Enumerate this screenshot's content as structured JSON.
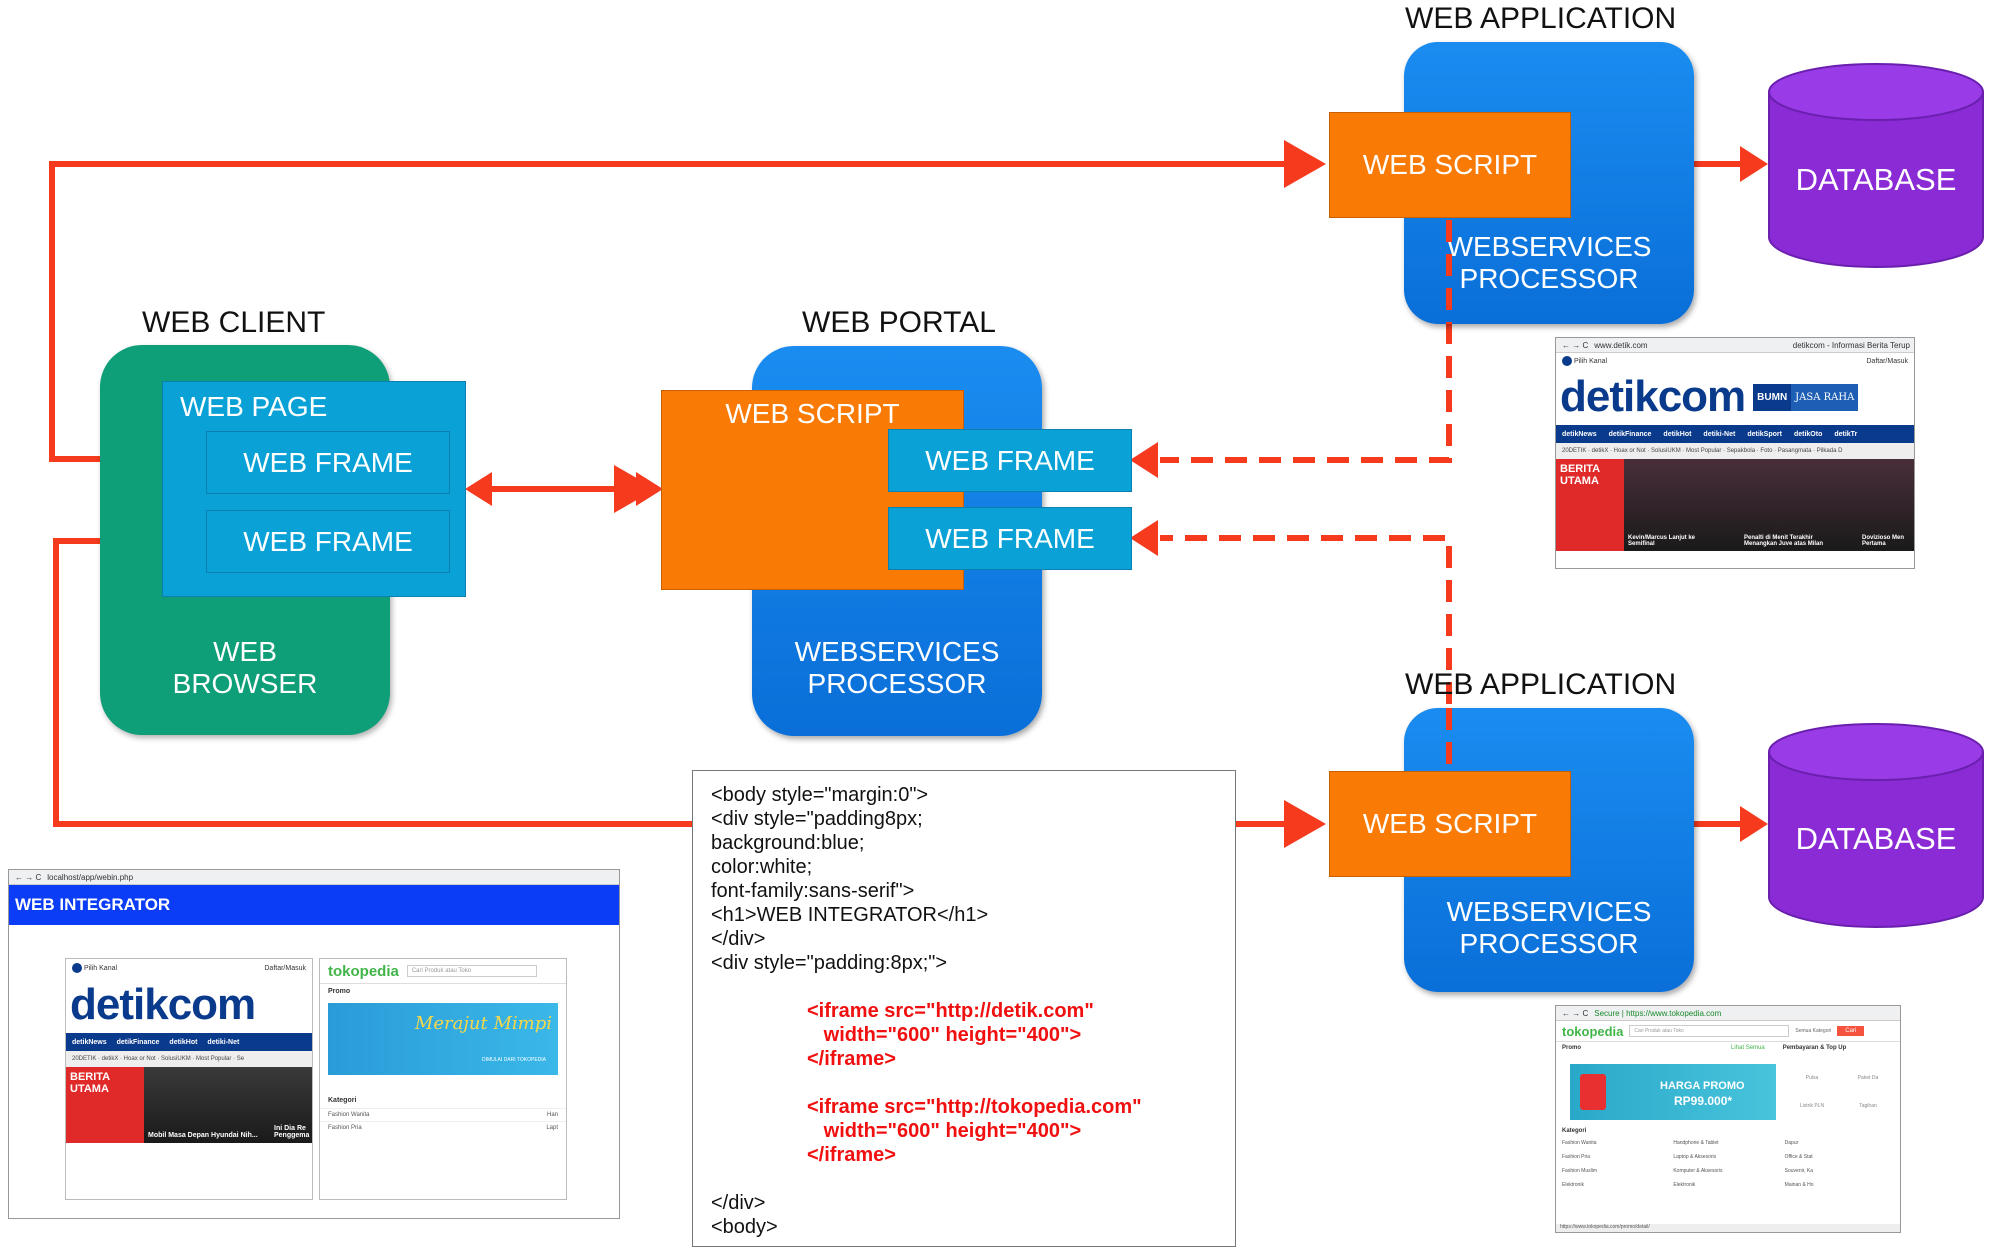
{
  "web_client": {
    "title": "WEB CLIENT",
    "web_page": "WEB PAGE",
    "frame_1": "WEB FRAME",
    "frame_2": "WEB FRAME",
    "browser": "WEB\nBROWSER"
  },
  "web_portal": {
    "title": "WEB PORTAL",
    "script": "WEB SCRIPT",
    "frame_1": "WEB FRAME",
    "frame_2": "WEB FRAME",
    "processor": "WEBSERVICES\nPROCESSOR"
  },
  "app_top": {
    "title": "WEB APPLICATION",
    "script": "WEB SCRIPT",
    "processor": "WEBSERVICES\nPROCESSOR",
    "database": "DATABASE"
  },
  "app_bottom": {
    "title": "WEB APPLICATION",
    "script": "WEB SCRIPT",
    "processor": "WEBSERVICES\nPROCESSOR",
    "database": "DATABASE"
  },
  "code": {
    "lines_before": [
      "<body style=\"margin:0\">",
      "<div style=\"padding8px;",
      "background:blue;",
      "color:white;",
      "font-family:sans-serif\">",
      "<h1>WEB INTEGRATOR</h1>",
      "</div>",
      "<div style=\"padding:8px;\">"
    ],
    "iframe_1": [
      "<iframe src=\"http://detik.com\"",
      "   width=\"600\" height=\"400\">",
      "</iframe>"
    ],
    "iframe_2": [
      "<iframe src=\"http://tokopedia.com\"",
      "   width=\"600\" height=\"400\">",
      "</iframe>"
    ],
    "lines_after": [
      "</div>",
      "<body>"
    ]
  },
  "integrator_shot": {
    "url": "localhost/app/webin.php",
    "header": "WEB INTEGRATOR",
    "detik": {
      "logo": "detikcom",
      "pilih": "Pilih Kanal",
      "daftar": "Daftar/Masuk",
      "nav": [
        "detikNews",
        "detikFinance",
        "detikHot",
        "detiki-Net"
      ],
      "sub": "20DETIK  ·  detikX  ·  Hoax or Not  ·  SolusiUKM  ·  Most Popular  ·  Se",
      "berita": "BERITA\nUTAMA",
      "caption_1": "Mobil Masa Depan Hyundai Nih...",
      "caption_2": "Ini Dia Re\nPenggema"
    },
    "tokopedia": {
      "logo": "tokopedia",
      "search": "Cari Produk atau Toko",
      "promo": "Promo",
      "banner": "Merajut Mimpi",
      "banner_sub": "DIMULAI DARI TOKOPEDIA",
      "kategori": "Kategori",
      "cat_1": "Fashion Wanita",
      "cat_2": "Fashion Pria",
      "cat_3": "Han",
      "cat_4": "Lapt"
    }
  },
  "detik_shot": {
    "url": "www.detik.com",
    "tab": "detikcom - Informasi Berita Terup",
    "pilih": "Pilih Kanal",
    "daftar": "Daftar/Masuk",
    "logo": "detikcom",
    "bumn": "BUMN",
    "jasa": "JASA RAHA",
    "nav": [
      "detikNews",
      "detikFinance",
      "detikHot",
      "detiki-Net",
      "detikSport",
      "detikOto",
      "detikTr"
    ],
    "sub": "20DETIK  ·  detikX  ·  Hoax or Not  ·  SolusiUKM  ·  Most Popular  ·  Sepakbola  ·  Foto  ·  Pasangmata  ·  Pilkada D",
    "berita": "BERITA\nUTAMA",
    "caption_1": "Kevin/Marcus Lanjut ke\nSemifinal",
    "caption_2": "Penalti di Menit Terakhir\nMenangkan Juve atas Milan",
    "caption_3": "Dovizioso Men\nPertama"
  },
  "tokopedia_shot": {
    "url": "Secure | https://www.tokopedia.com",
    "logo": "tokopedia",
    "search": "Cari Produk atau Toko",
    "kategori_btn": "Semua Kategori",
    "cari": "Cari",
    "promo": "Promo",
    "lihat": "Lihat Semua",
    "pembayaran": "Pembayaran & Top Up",
    "banner_1": "HARGA PROMO",
    "banner_2": "RP99.000*",
    "kategori": "Kategori",
    "cats": [
      "Fashion Wanita",
      "Fashion Pria",
      "Fashion Muslim",
      "Elektronik"
    ],
    "cats_2": [
      "Handphone & Tablet",
      "Laptop & Aksesoris",
      "Komputer & Aksesoris",
      "Elektronik"
    ],
    "cats_3": [
      "Dapur",
      "Office & Stat",
      "Souvenir, Ka",
      "Mainan & Ho"
    ],
    "pay": [
      "Pulsa",
      "Paket Da",
      "Listrik PLN",
      "Tagihan"
    ],
    "status": "https://www.tokopedia.com/promo/detail/"
  },
  "colors": {
    "arrow": "#f53a1e",
    "script": "#f97a05",
    "frame": "#0aa2d6",
    "processor": "#0a73dd",
    "browser": "#0e9e78",
    "database": "#8a2bd6"
  }
}
